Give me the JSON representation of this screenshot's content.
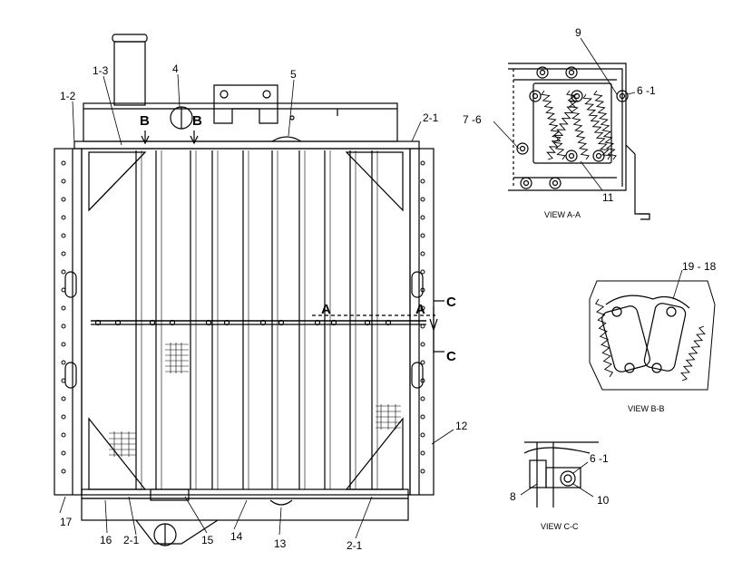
{
  "labels": {
    "p1_3": "1-3",
    "p4": "4",
    "p5": "5",
    "p1_2": "1-2",
    "p2_1_top": "2-1",
    "p17": "17",
    "p16": "16",
    "p2_1_bl": "2-1",
    "p15": "15",
    "p14": "14",
    "p13": "13",
    "p2_1_br": "2-1",
    "p12": "12",
    "p9": "9",
    "p6_1_a": "6 -1",
    "p7_6": "7 -6",
    "p11": "11",
    "p19_18": "19 - 18",
    "p6_1_c": "6 -1",
    "p8": "8",
    "p10": "10"
  },
  "section_marks": {
    "b_left": "B",
    "b_right": "B",
    "a_left": "A",
    "a_right": "A",
    "c_top": "C",
    "c_bottom": "C"
  },
  "views": {
    "view_aa": "VIEW  A-A",
    "view_bb": "VIEW  B-B",
    "view_cc": "VIEW C-C"
  }
}
